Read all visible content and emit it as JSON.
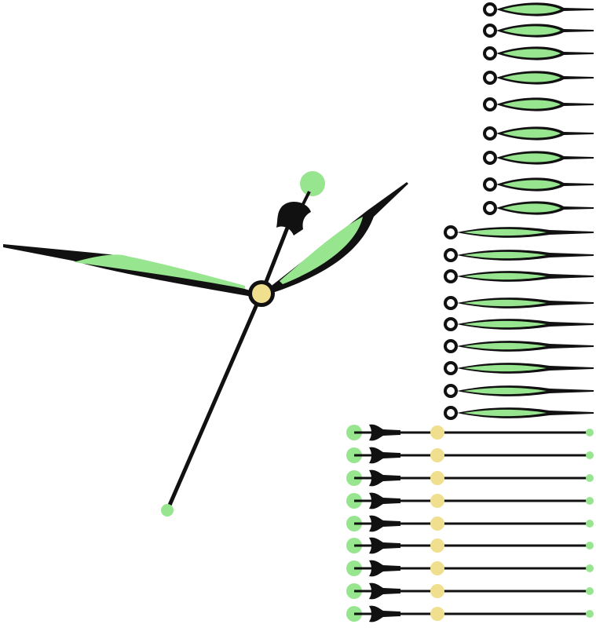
{
  "product": {
    "description_icons": [
      "clock-hands-set"
    ],
    "colors": {
      "background": "#ffffff",
      "hand_outline": "#111111",
      "luminous_fill": "#98e58f",
      "hub_fill": "#f0df8f",
      "hub_outline": "#111111",
      "tip_fill": "#98e58f"
    },
    "sets": {
      "hour_hands": {
        "count": 9
      },
      "minute_hands": {
        "count": 9
      },
      "second_hands": {
        "count": 9
      }
    }
  }
}
